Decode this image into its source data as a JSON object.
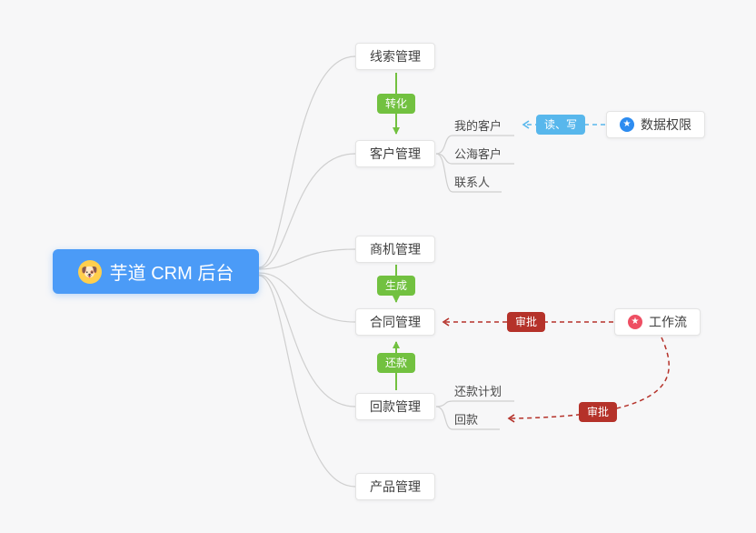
{
  "root": {
    "label": "芋道 CRM 后台",
    "icon": "🐶"
  },
  "modules": {
    "clue": "线索管理",
    "customer": "客户管理",
    "business": "商机管理",
    "contract": "合同管理",
    "receivable": "回款管理",
    "product": "产品管理"
  },
  "customer_children": {
    "my_customer": "我的客户",
    "public_customer": "公海客户",
    "contact": "联系人"
  },
  "receivable_children": {
    "repayment_plan": "还款计划",
    "repayment": "回款"
  },
  "side_nodes": {
    "data_permission": {
      "label": "数据权限",
      "icon": "★"
    },
    "workflow": {
      "label": "工作流",
      "icon": "★"
    }
  },
  "badges": {
    "convert": "转化",
    "generate": "生成",
    "repay": "还款",
    "read_write": "读、写",
    "approve_contract": "审批",
    "approve_receivable": "审批"
  },
  "colors": {
    "background": "#f7f7f8",
    "root_blue": "#4b9bf7",
    "flow_green": "#72c140",
    "permission_blue": "#58b7ec",
    "approve_red": "#b5322a",
    "connector_gray": "#cfcfcf",
    "data_permission_icon_blue": "#2d8cf0",
    "workflow_icon_pink": "#ee4f63"
  }
}
